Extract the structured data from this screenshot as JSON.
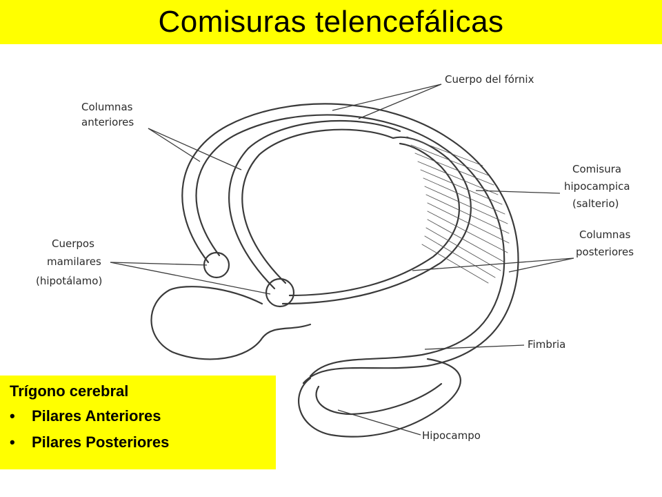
{
  "slide": {
    "title": "Comisuras telencefálicas"
  },
  "labels": {
    "cuerpo_fornix": "Cuerpo del fórnix",
    "columnas_anteriores": [
      "Columnas",
      "anteriores"
    ],
    "comisura_hipocampica": [
      "Comisura",
      "hipocampica",
      "(salterio)"
    ],
    "columnas_posteriores": [
      "Columnas",
      "posteriores"
    ],
    "cuerpos_mamilares": [
      "Cuerpos",
      "mamilares",
      "(hipotálamo)"
    ],
    "fimbria": "Fimbria",
    "hipocampo": "Hipocampo"
  },
  "summary_box": {
    "heading": "Trígono cerebral",
    "items": [
      "Pilares Anteriores",
      "Pilares Posteriores"
    ],
    "bullet": "•"
  },
  "colors": {
    "highlight": "#ffff00",
    "line": "#3a3a3a"
  }
}
